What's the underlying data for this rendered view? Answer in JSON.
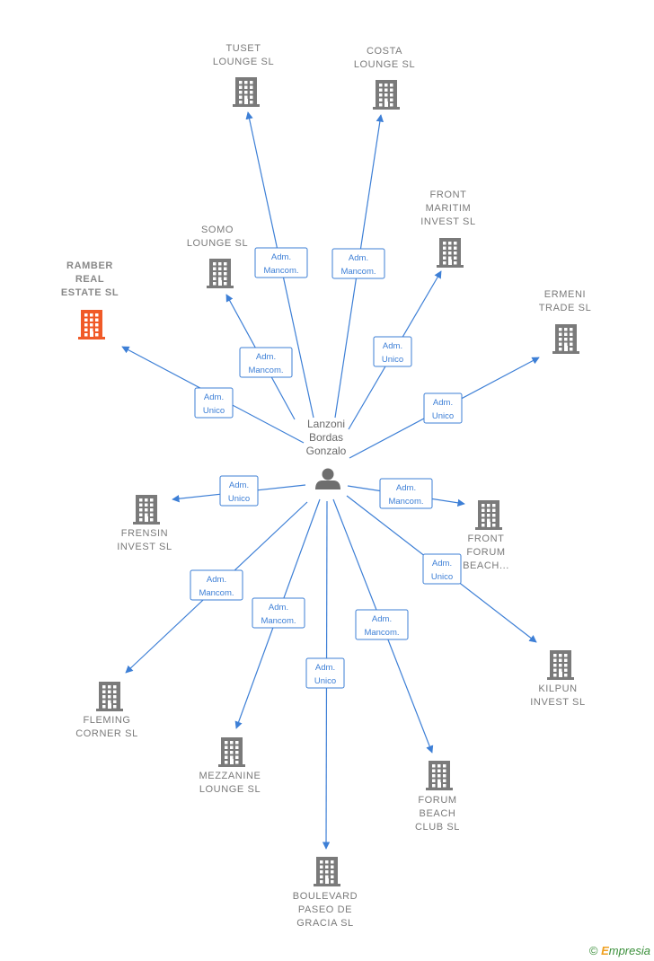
{
  "person": {
    "lines": [
      "Lanzoni",
      "Bordas",
      "Gonzalo"
    ]
  },
  "copyright": {
    "symbol": "©",
    "brand_first": "E",
    "brand_rest": "mpresia"
  },
  "colors": {
    "edge": "#3d7fd6",
    "building": "#7a7a7a",
    "highlight": "#f05a28",
    "text": "#7a7a7a"
  },
  "icons": {
    "company": "building-icon",
    "person": "person-icon"
  },
  "companies": [
    {
      "id": "tuset",
      "lines": [
        "TUSET",
        "LOUNGE  SL"
      ],
      "role": [
        "Adm.",
        "Mancom."
      ],
      "highlight": false
    },
    {
      "id": "costa",
      "lines": [
        "COSTA",
        "LOUNGE  SL"
      ],
      "role": [
        "Adm.",
        "Mancom."
      ],
      "highlight": false
    },
    {
      "id": "front-maritim",
      "lines": [
        "FRONT",
        "MARITIM",
        "INVEST  SL"
      ],
      "role": [
        "Adm.",
        "Unico"
      ],
      "highlight": false
    },
    {
      "id": "somo",
      "lines": [
        "SOMO",
        "LOUNGE  SL"
      ],
      "role": [
        "Adm.",
        "Mancom."
      ],
      "highlight": false
    },
    {
      "id": "ramber",
      "lines": [
        "RAMBER",
        "REAL",
        "ESTATE  SL"
      ],
      "role": [
        "Adm.",
        "Unico"
      ],
      "highlight": true
    },
    {
      "id": "ermeni",
      "lines": [
        "ERMENI",
        "TRADE  SL"
      ],
      "role": [
        "Adm.",
        "Unico"
      ],
      "highlight": false
    },
    {
      "id": "frensin",
      "lines": [
        "FRENSIN",
        "INVEST  SL"
      ],
      "role": [
        "Adm.",
        "Unico"
      ],
      "highlight": false
    },
    {
      "id": "front-forum",
      "lines": [
        "FRONT",
        "FORUM",
        "BEACH..."
      ],
      "role": [
        "Adm.",
        "Mancom."
      ],
      "highlight": false
    },
    {
      "id": "kilpun",
      "lines": [
        "KILPUN",
        "INVEST  SL"
      ],
      "role": [
        "Adm.",
        "Unico"
      ],
      "highlight": false
    },
    {
      "id": "fleming",
      "lines": [
        "FLEMING",
        "CORNER  SL"
      ],
      "role": [
        "Adm.",
        "Mancom."
      ],
      "highlight": false
    },
    {
      "id": "mezzanine",
      "lines": [
        "MEZZANINE",
        "LOUNGE  SL"
      ],
      "role": [
        "Adm.",
        "Mancom."
      ],
      "highlight": false
    },
    {
      "id": "boulevard",
      "lines": [
        "BOULEVARD",
        "PASEO DE",
        "GRACIA  SL"
      ],
      "role": [
        "Adm.",
        "Unico"
      ],
      "highlight": false
    },
    {
      "id": "forum-beach",
      "lines": [
        "FORUM",
        "BEACH",
        "CLUB  SL"
      ],
      "role": [
        "Adm.",
        "Mancom."
      ],
      "highlight": false
    }
  ]
}
